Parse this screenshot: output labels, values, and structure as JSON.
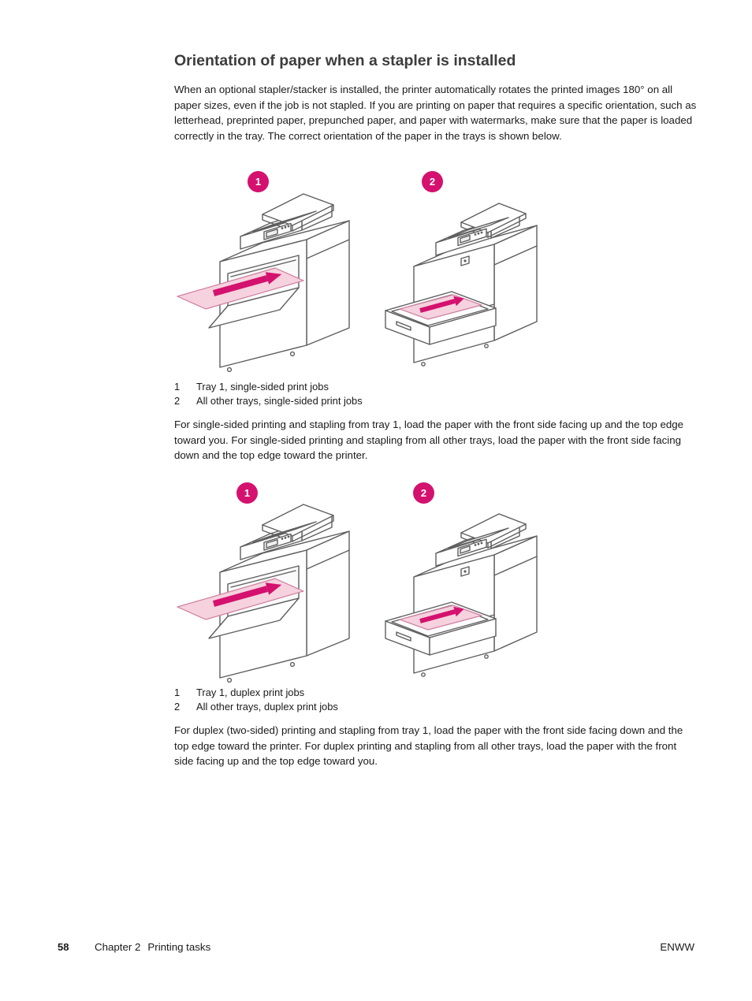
{
  "title": "Orientation of paper when a stapler is installed",
  "paragraphs": {
    "intro": "When an optional stapler/stacker is installed, the printer automatically rotates the printed images 180° on all paper sizes, even if the job is not stapled. If you are printing on paper that requires a specific orientation, such as letterhead, preprinted paper, prepunched paper, and paper with watermarks, make sure that the paper is loaded correctly in the tray. The correct orientation of the paper in the trays is shown below.",
    "single_sided": "For single-sided printing and stapling from tray 1, load the paper with the front side facing up and the top edge toward you. For single-sided printing and stapling from all other trays, load the paper with the front side facing down and the top edge toward the printer.",
    "duplex": "For duplex (two-sided) printing and stapling from tray 1, load the paper with the front side facing down and the top edge toward the printer. For duplex printing and stapling from all other trays, load the paper with the front side facing up and the top edge toward you."
  },
  "figures": [
    {
      "callouts": [
        {
          "num": "1",
          "label": "Tray 1, single-sided print jobs"
        },
        {
          "num": "2",
          "label": "All other trays, single-sided print jobs"
        }
      ]
    },
    {
      "callouts": [
        {
          "num": "1",
          "label": "Tray 1, duplex print jobs"
        },
        {
          "num": "2",
          "label": "All other trays, duplex print jobs"
        }
      ]
    }
  ],
  "footer": {
    "page_number": "58",
    "chapter": "Chapter 2",
    "section": "Printing tasks",
    "right": "ENWW"
  },
  "colors": {
    "accent_magenta": "#d4116e",
    "paper_pink": "#f5d2de",
    "lineart_gray": "#5e5e5e"
  }
}
